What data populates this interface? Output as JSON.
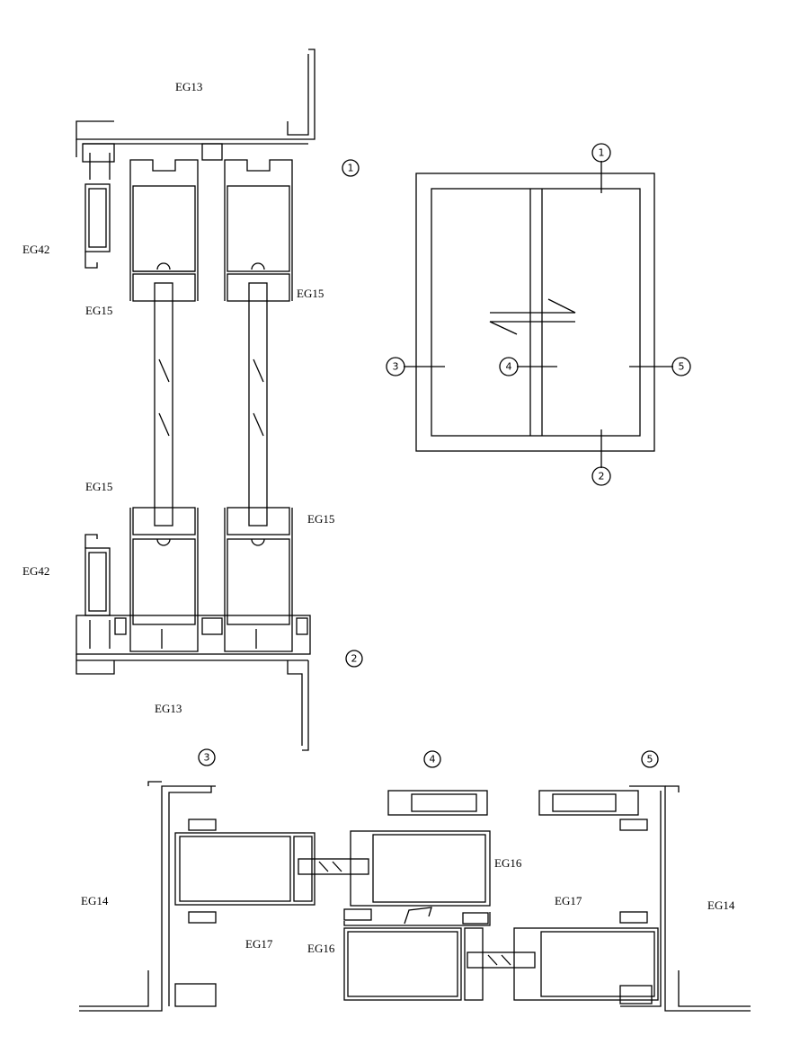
{
  "top_section": {
    "labels": {
      "frame_top": "EG13",
      "interlock_top": "EG42",
      "sash_left_top": "EG15",
      "sash_right_top": "EG15",
      "sash_left_bottom": "EG15",
      "sash_right_bottom": "EG15",
      "interlock_bottom": "EG42",
      "frame_bottom": "EG13"
    },
    "markers": {
      "top": "1",
      "bottom": "2"
    }
  },
  "elevation": {
    "markers": {
      "top": "1",
      "bottom": "2",
      "left": "3",
      "middle": "4",
      "right": "5"
    }
  },
  "bottom_section": {
    "markers": {
      "left": "3",
      "middle": "4",
      "right": "5"
    },
    "labels": {
      "frame_left": "EG14",
      "sash_left": "EG17",
      "sash_middle_top": "EG16",
      "sash_middle_bottom": "EG16",
      "sash_right": "EG17",
      "frame_right": "EG14"
    }
  }
}
